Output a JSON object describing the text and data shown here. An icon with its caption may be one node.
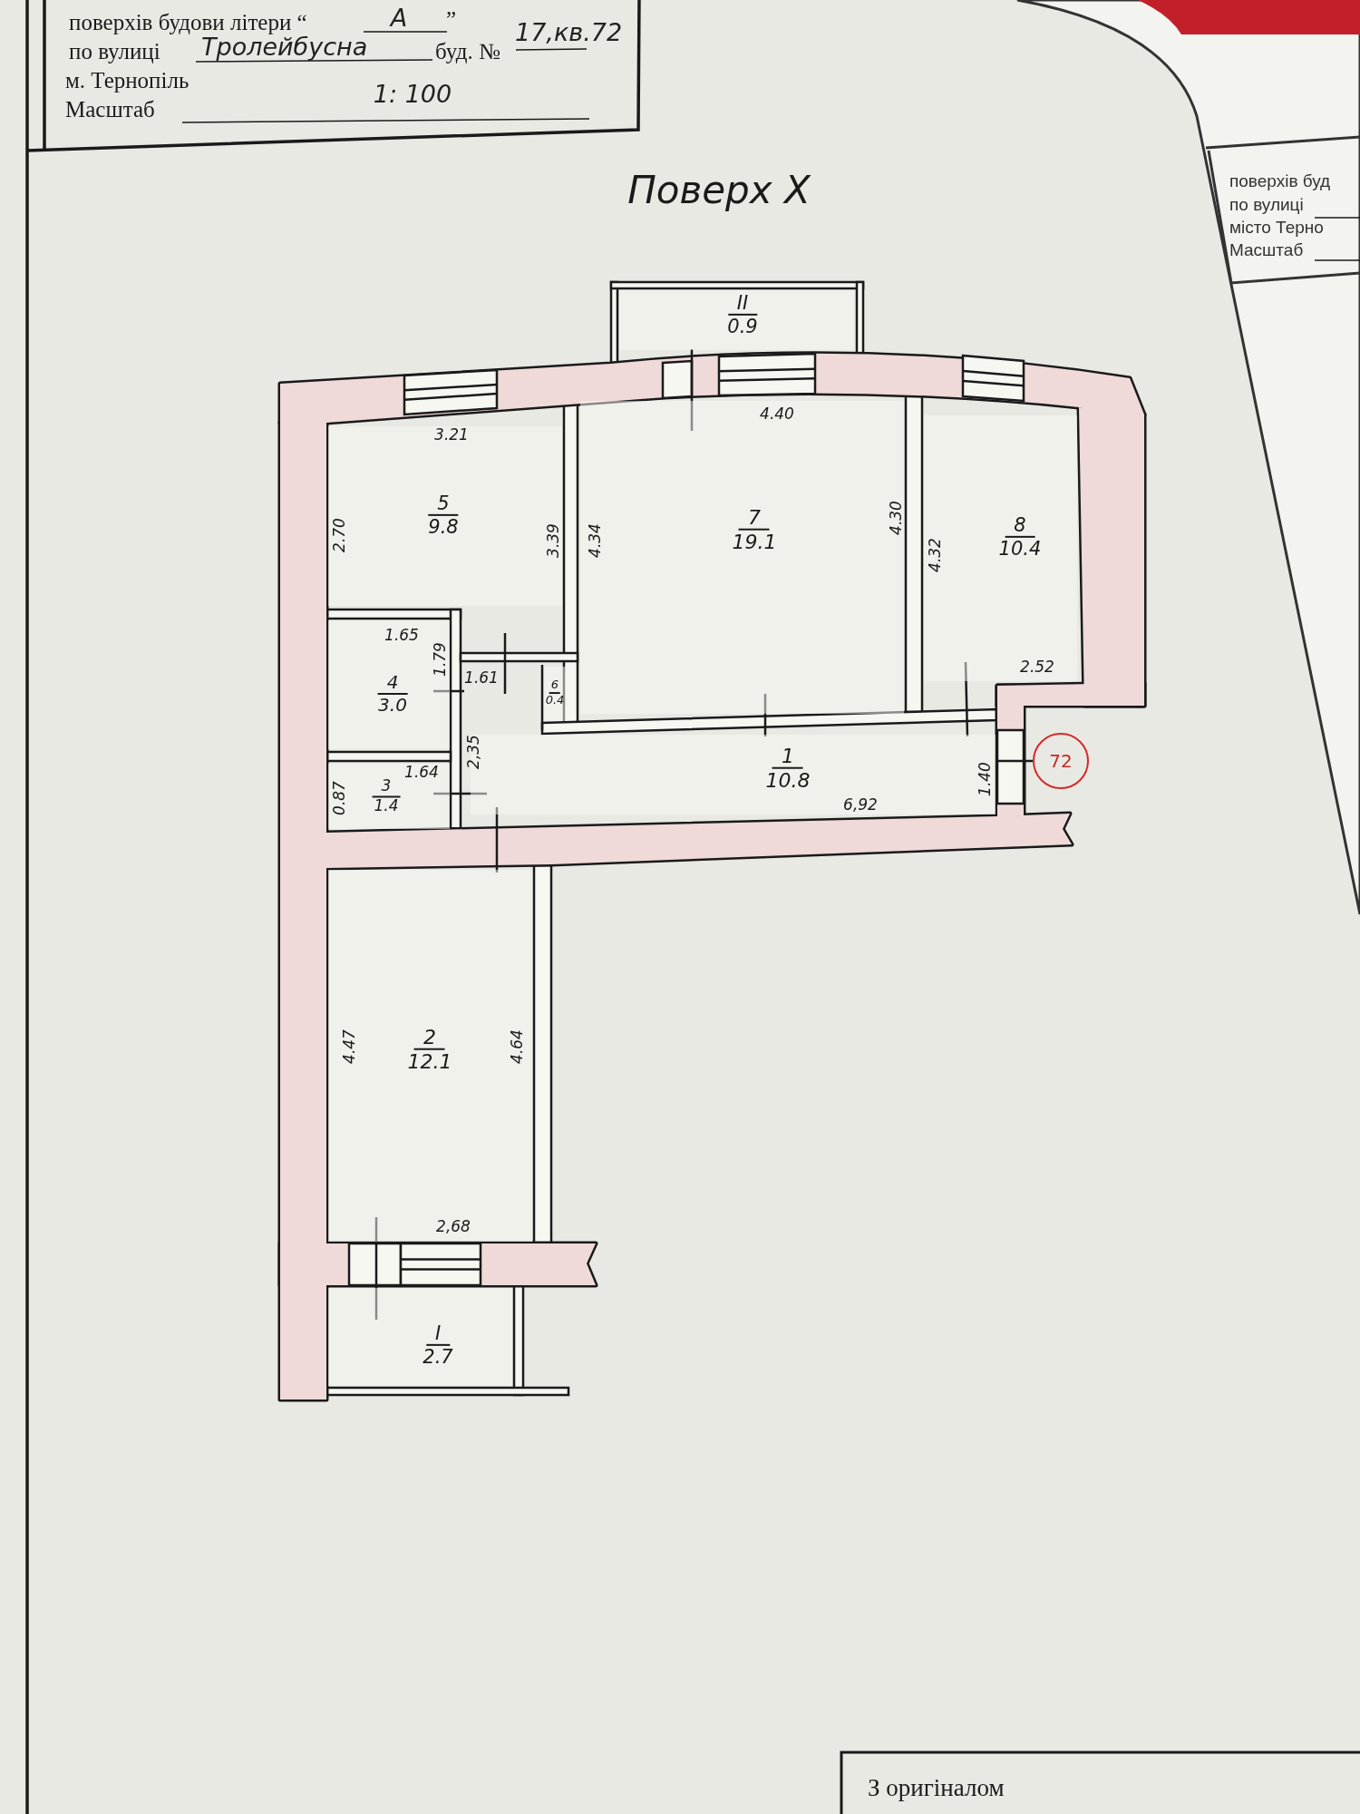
{
  "diagram": {
    "title": "Поверх X",
    "nodes": [
      {
        "text": [
          "II",
          "0.9"
        ]
      },
      {
        "text": [
          "5",
          "9.8"
        ]
      },
      {
        "text": [
          "7",
          "19.1"
        ]
      },
      {
        "text": [
          "8",
          "10.4"
        ]
      },
      {
        "text": [
          "4",
          "3.0"
        ]
      },
      {
        "text": [
          "6",
          "0.4"
        ]
      },
      {
        "text": [
          "3",
          "1.4"
        ]
      },
      {
        "text": [
          "1",
          "10.8"
        ]
      },
      {
        "text": [
          "2",
          "12.1"
        ]
      },
      {
        "text": [
          "I",
          "2.7"
        ]
      },
      {
        "text": [
          "72"
        ]
      }
    ],
    "edges": [
      {
        "from": 10,
        "to": 7,
        "arrow": "none"
      }
    ],
    "labels": [
      "поверхів будови літери “",
      "А",
      "”",
      "по вулиці",
      "Тролейбусна",
      "буд. №",
      "17,кв.72",
      "м. Тернопіль",
      "1: 100",
      "Масштаб",
      "поверхів буд",
      "по вулиці",
      "місто Терно",
      "Масштаб",
      "3.21",
      "4.40",
      "2.70",
      "3.39",
      "4.34",
      "4.30",
      "4.32",
      "2.52",
      "1.65",
      "1.79",
      "1.61",
      "2,35",
      "1.64",
      "0.87",
      "6,92",
      "1.40",
      "4.47",
      "4.64",
      "2,68",
      "З оригіналом"
    ]
  }
}
